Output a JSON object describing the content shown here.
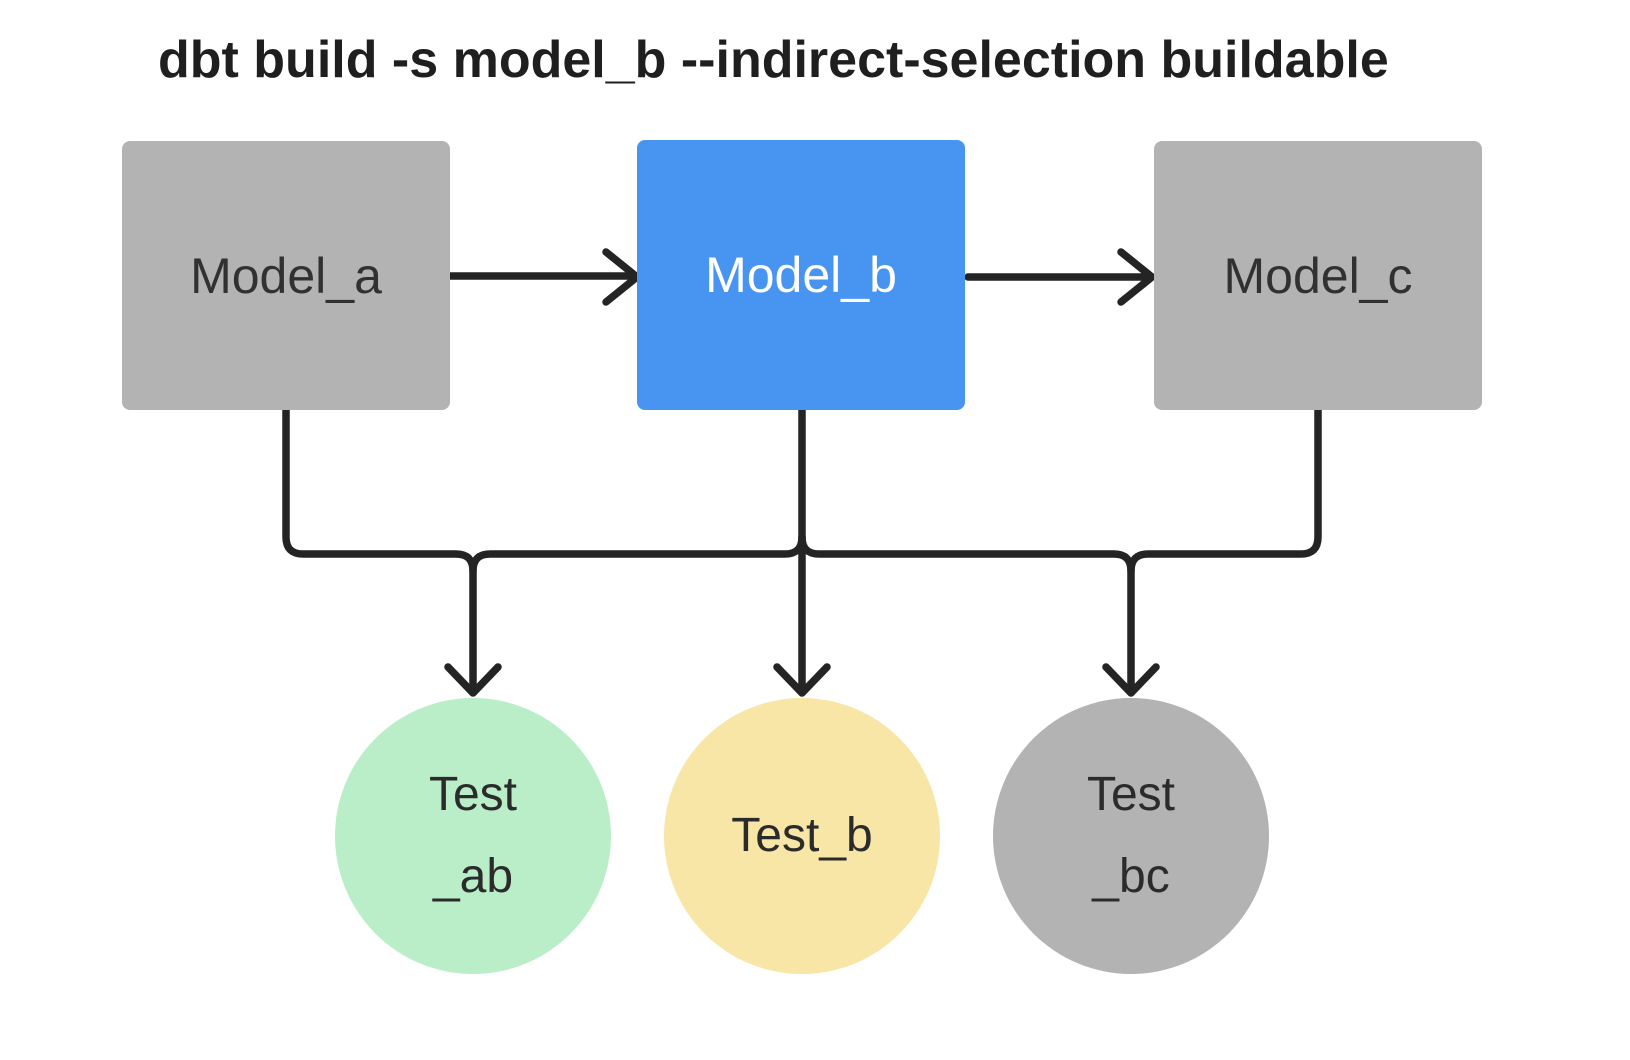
{
  "title": "dbt build -s model_b --indirect-selection buildable",
  "models": [
    {
      "label": "Model_a",
      "fill": "#b3b3b3",
      "text_color": "#313131"
    },
    {
      "label": "Model_b",
      "fill": "#4794f1",
      "text_color": "#ffffff"
    },
    {
      "label": "Model_c",
      "fill": "#b3b3b3",
      "text_color": "#313131"
    }
  ],
  "tests": [
    {
      "lines": [
        "Test",
        "_ab"
      ],
      "fill": "#baeec8"
    },
    {
      "lines": [
        "Test_b"
      ],
      "fill": "#f8e6a6"
    },
    {
      "lines": [
        "Test",
        "_bc"
      ],
      "fill": "#b3b3b3"
    }
  ],
  "colors": {
    "background": "#ffffff",
    "connector": "#242424",
    "selected_model": "#4794f1",
    "unselected_node": "#b3b3b3",
    "included_test_green": "#baeec8",
    "included_test_yellow": "#f8e6a6",
    "title_text": "#1f1f1f"
  }
}
